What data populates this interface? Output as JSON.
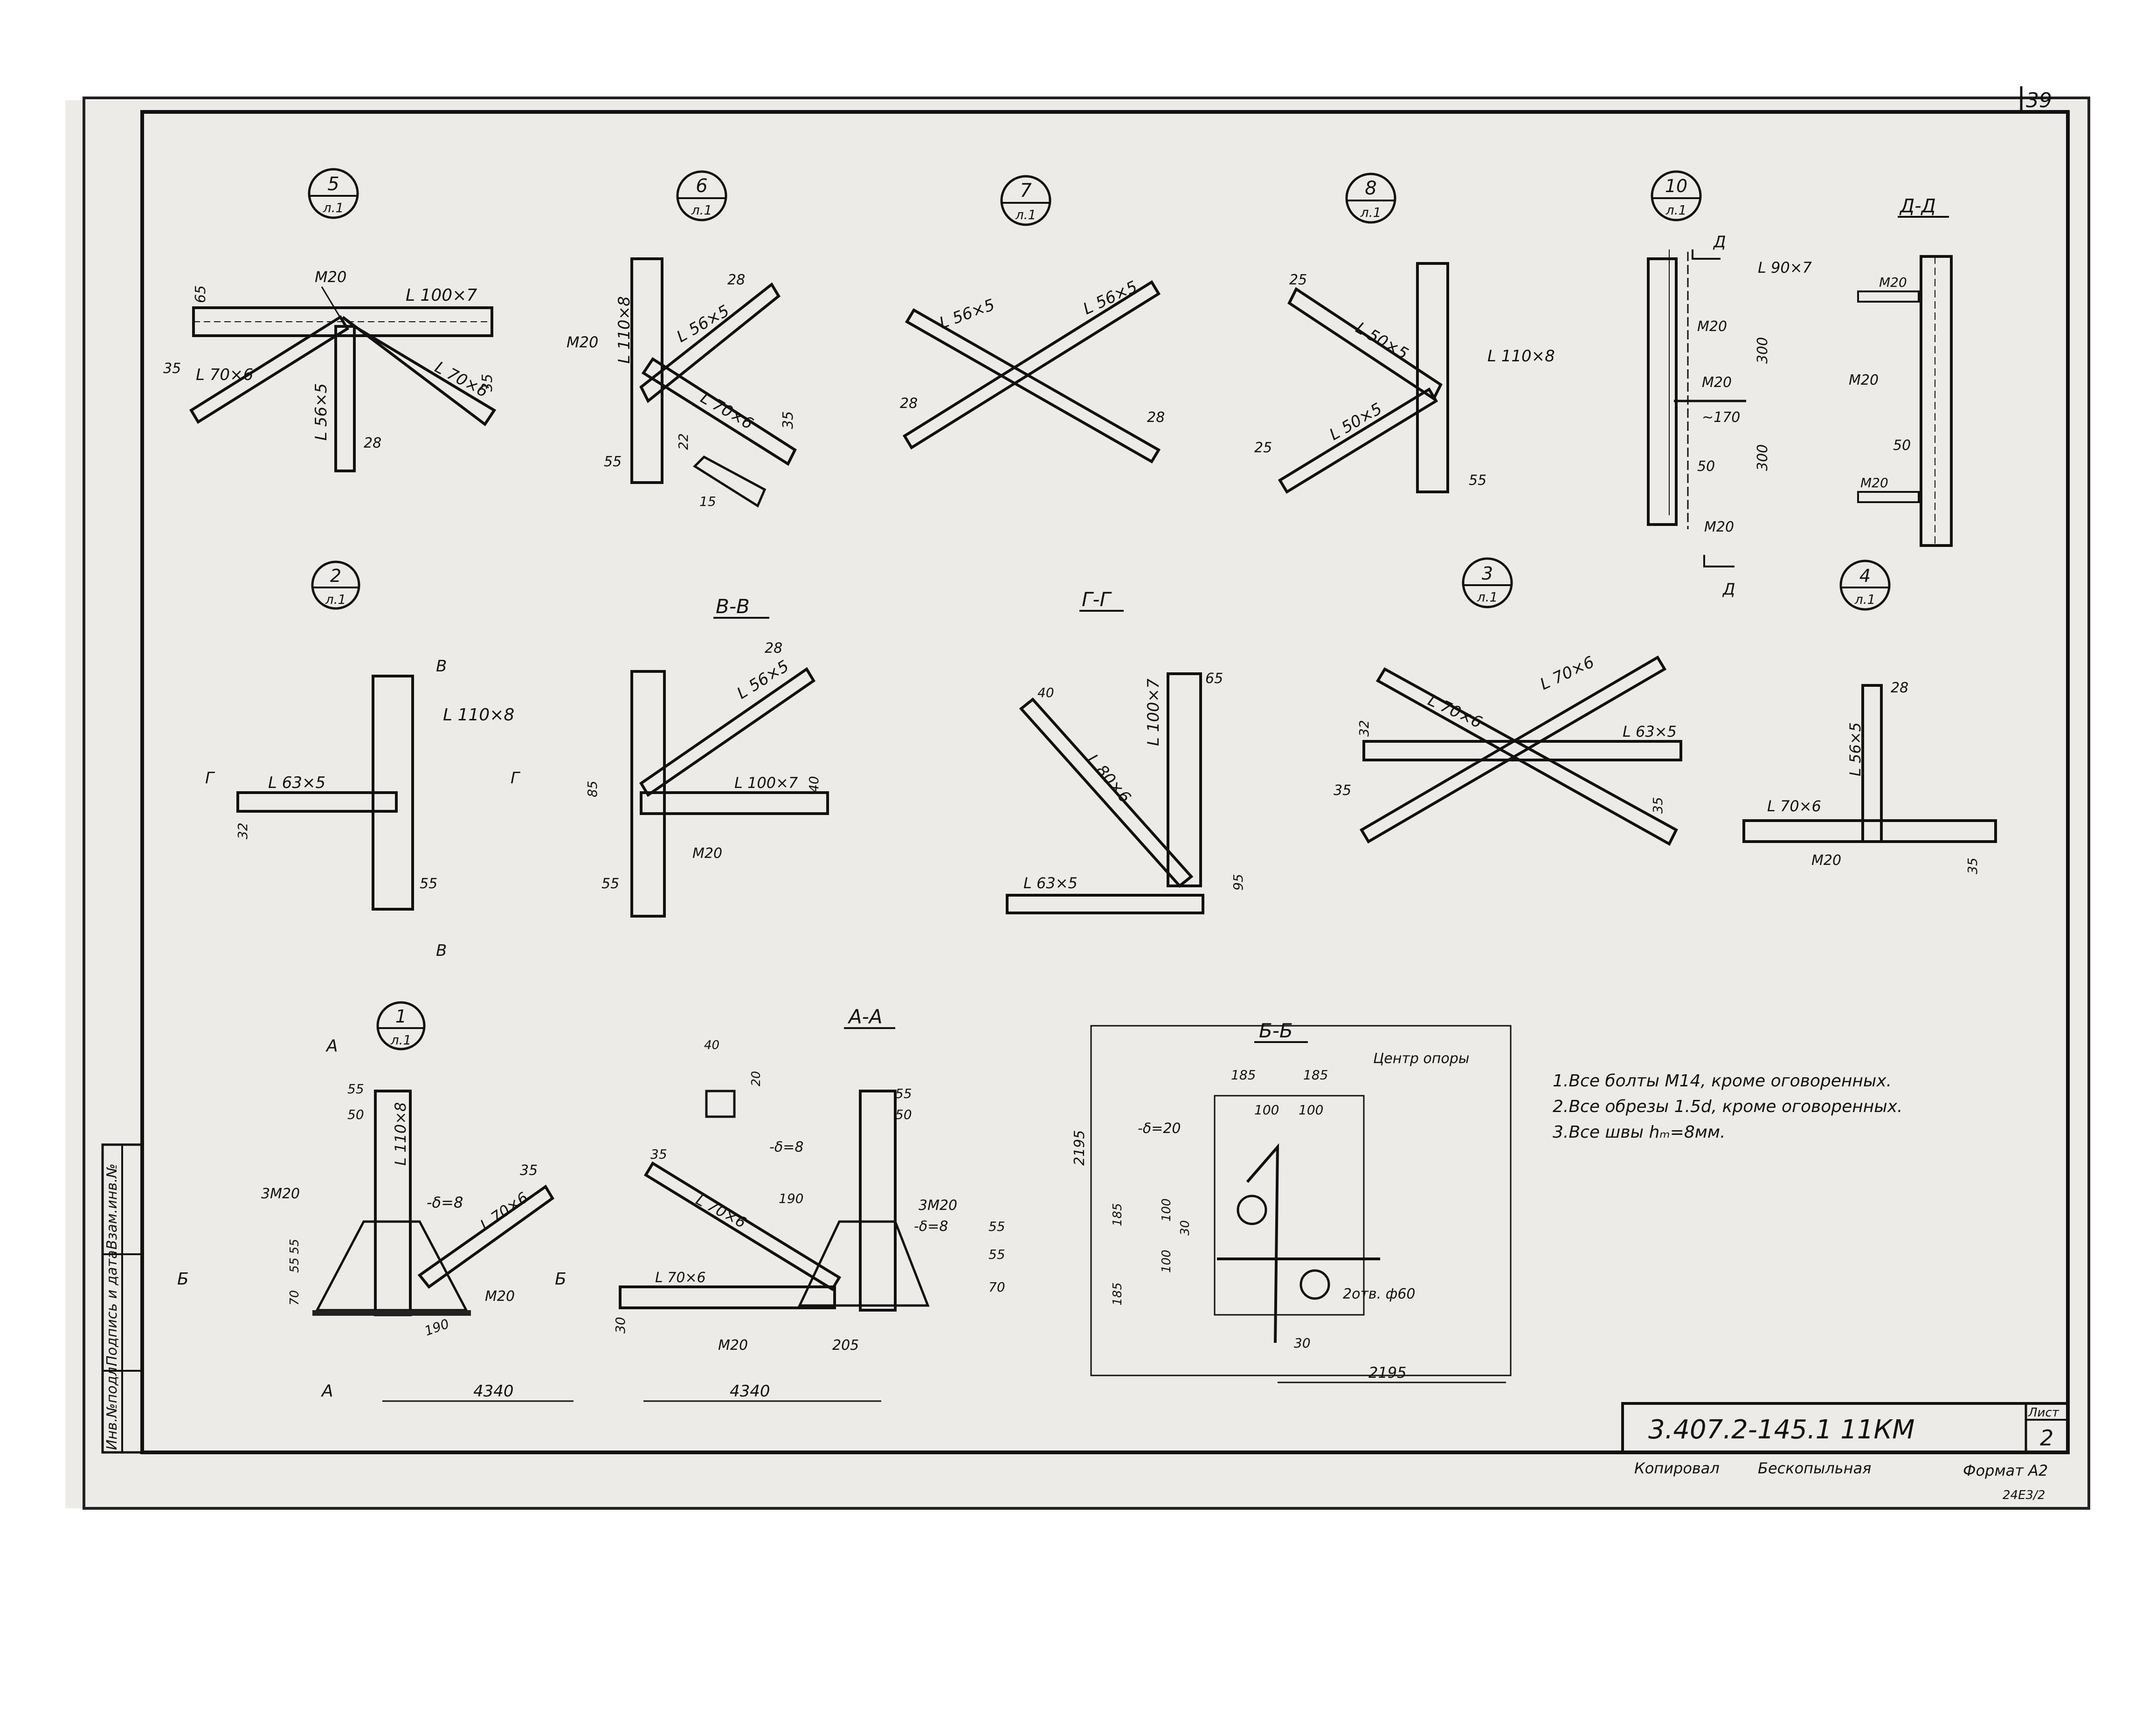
{
  "sheet": {
    "page_number": "39",
    "doc_code": "3.407.2-145.1   11КМ",
    "sheet_label": "Лист",
    "sheet_number": "2",
    "copied_by": "Копировал",
    "copier_name": "Бескопыльная",
    "format_label": "Формат А2",
    "stamp_code": "24E3/2",
    "side_stamp": [
      "Инв.№подл.",
      "Подпись и дата",
      "Взам.инв.№"
    ]
  },
  "notes": [
    "1.Все болты  М14, кроме оговоренных.",
    "2.Все обрезы  1.5d, кроме оговоренных.",
    "3.Все швы hₘ=8мм."
  ],
  "details": {
    "n5": {
      "num": "5",
      "sheet": "л.1",
      "angles": [
        "L 100×7",
        "L 70×6",
        "L 70×6",
        "L 56×5"
      ],
      "bolt": "M20",
      "dims": [
        "65",
        "35",
        "35",
        "28"
      ]
    },
    "n6": {
      "num": "6",
      "sheet": "л.1",
      "angles": [
        "L 110×8",
        "L 56×5",
        "L 70×6"
      ],
      "bolt": "M20",
      "dims": [
        "28",
        "35",
        "55",
        "22",
        "15"
      ]
    },
    "n7": {
      "num": "7",
      "sheet": "л.1",
      "angles": [
        "L 56×5",
        "L 56×5"
      ],
      "dims": [
        "28",
        "28"
      ]
    },
    "n8": {
      "num": "8",
      "sheet": "л.1",
      "angles": [
        "L 50×5",
        "L 50×5",
        "L 110×8"
      ],
      "dims": [
        "25",
        "25",
        "55"
      ]
    },
    "n10": {
      "num": "10",
      "sheet": "л.1",
      "angles": [
        "L 90×7"
      ],
      "bolts": [
        "M20",
        "M20",
        "M20"
      ],
      "dims": [
        "300",
        "300",
        "~170",
        "50"
      ],
      "cut": "Д"
    },
    "dd": {
      "title": "Д-Д",
      "bolts": [
        "M20",
        "M20",
        "M20"
      ],
      "dims": [
        "50"
      ]
    },
    "n2": {
      "num": "2",
      "sheet": "л.1",
      "angles": [
        "L 63×5",
        "L 110×8"
      ],
      "dims": [
        "32",
        "55"
      ],
      "cut_v": "В",
      "cut_g": "Г"
    },
    "vv": {
      "title": "В-В",
      "angles": [
        "L 56×5",
        "L 100×7"
      ],
      "bolt": "M20",
      "dims": [
        "28",
        "85",
        "40",
        "55"
      ]
    },
    "gg": {
      "title": "Г-Г",
      "angles": [
        "L 80×6",
        "L 100×7",
        "L 63×5"
      ],
      "dims": [
        "40",
        "65",
        "95"
      ]
    },
    "n3": {
      "num": "3",
      "sheet": "л.1",
      "angles": [
        "L 70×6",
        "L 70×6",
        "L 63×5"
      ],
      "dims": [
        "32",
        "35",
        "35"
      ]
    },
    "n4": {
      "num": "4",
      "sheet": "л.1",
      "angles": [
        "L 56×5",
        "L 70×6"
      ],
      "bolt": "M20",
      "dims": [
        "28",
        "35"
      ]
    },
    "n1": {
      "num": "1",
      "sheet": "л.1",
      "angles": [
        "L 110×8",
        "L 70×6"
      ],
      "bolts": [
        "3M20",
        "M20"
      ],
      "plate": "-δ=8",
      "dims": [
        "55",
        "50",
        "35",
        "70",
        "55",
        "55",
        "190",
        "4340"
      ],
      "cut_a": "А",
      "cut_b": "Б"
    },
    "aa": {
      "title": "А-А",
      "angles": [
        "L 70×6",
        "L 70×6"
      ],
      "bolts": [
        "3M20",
        "M20"
      ],
      "plates": [
        "-δ=8",
        "-δ=8"
      ],
      "dims": [
        "40",
        "20",
        "55",
        "50",
        "35",
        "190",
        "55",
        "55",
        "70",
        "30",
        "205",
        "4340"
      ]
    },
    "bb": {
      "title": "Б-Б",
      "center_label": "Центр опоры",
      "plate": "-δ=20",
      "holes": "2отв. ф60",
      "dims": [
        "185",
        "185",
        "100",
        "100",
        "2195",
        "185",
        "100",
        "30",
        "100",
        "185",
        "30",
        "2195"
      ]
    }
  }
}
